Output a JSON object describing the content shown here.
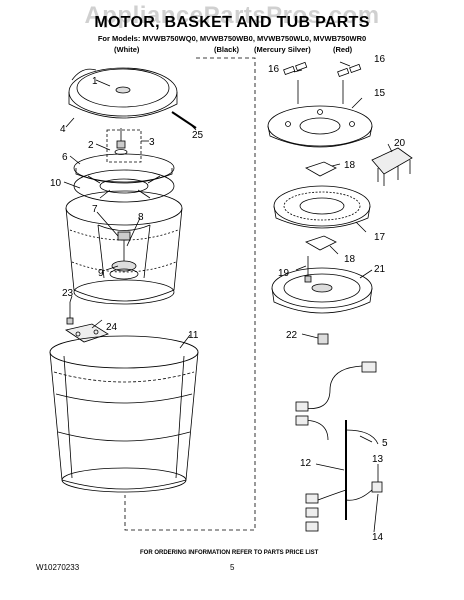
{
  "watermark": "AppliancePartsPros.com",
  "title": "MOTOR, BASKET AND TUB PARTS",
  "models_line": "For Models: MVWB750WQ0, MVWB750WB0, MVWB750WL0, MVWB750WR0",
  "colors": [
    "(White)",
    "(Black)",
    "(Mercury Silver)",
    "(Red)"
  ],
  "callouts": [
    "1",
    "2",
    "3",
    "4",
    "5",
    "6",
    "7",
    "8",
    "9",
    "10",
    "11",
    "12",
    "13",
    "14",
    "15",
    "16",
    "16",
    "17",
    "18",
    "18",
    "19",
    "20",
    "21",
    "22",
    "23",
    "24",
    "25"
  ],
  "footer": "FOR ORDERING INFORMATION REFER TO PARTS PRICE LIST",
  "doc_number": "W10270233",
  "page_number": "5"
}
